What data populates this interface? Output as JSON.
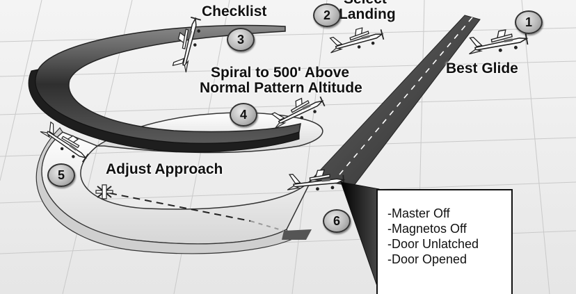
{
  "labels": {
    "checklist": "Checklist",
    "select_landing_line1": "Select",
    "select_landing_line2": "Landing",
    "best_glide": "Best Glide",
    "spiral_line1": "Spiral to 500' Above",
    "spiral_line2": "Normal Pattern Altitude",
    "adjust_approach": "Adjust Approach"
  },
  "steps": [
    "1",
    "2",
    "3",
    "4",
    "5",
    "6"
  ],
  "checklist_items": [
    "-Master Off",
    "-Magnetos Off",
    "-Door Unlatched",
    "-Door Opened"
  ],
  "colors": {
    "background": "#eeeeee",
    "runway": "#3a3a3a",
    "ribbon_outer": "#4a4a4a",
    "ribbon_light": "#f2f2f2",
    "text": "#111111"
  },
  "icons": [
    "airplane-icon",
    "wind-tee-icon"
  ]
}
